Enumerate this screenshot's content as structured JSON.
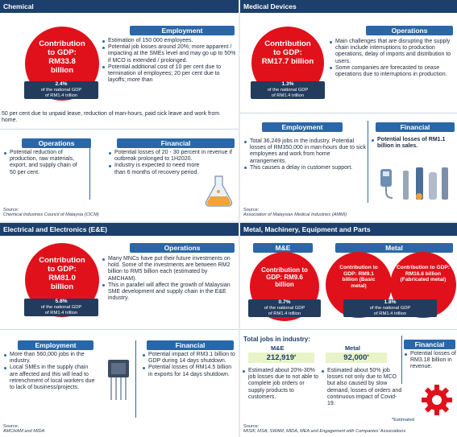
{
  "chemical": {
    "title": "Chemical",
    "employment_label": "Employment",
    "contribution": "Contribution to GDP: RM33.8 billion",
    "pct": "2.4%",
    "pct_of": "of the national GDP",
    "pct_base": "of RM1.4 trillion",
    "employment_points": [
      "Estimation of 150 000 employees.",
      "Potential job losses around 20%; more apparent / impacting at the SMEs level and may go up to 50% if MCO is extended / prolonged.",
      "Potential additional cost of 10 per cent due to termination of employees; 20 per cent due to layoffs; more than"
    ],
    "employment_cont": "50 per cent due to unpaid leave, reduction of man-hours, paid sick leave and work from home.",
    "operations_label": "Operations",
    "operations_points": [
      "Potential reduction of production, raw materials, export, and supply chain of 50 per cent."
    ],
    "financial_label": "Financial",
    "financial_points": [
      "Potential losses of 20 - 30 percent in revenue if outbreak prolonged to 1H2020.",
      "Industry is expected to need more than 6 months of recovery period."
    ],
    "source_label": "Source:",
    "source": "Chemical Industries Council of Malaysia (CICM)"
  },
  "medical": {
    "title": "Medical Devices",
    "operations_label": "Operations",
    "contribution": "Contribution to GDP: RM17.7 billion",
    "pct": "1.3%",
    "pct_of": "of the national GDP",
    "pct_base": "of RM1.4 trillion",
    "operations_points": [
      "Main challenges that are disrupting the supply chain include interruptions to production operations, delay of imports and distribution to users.",
      "Some companies are forecasted to cease operations due to interruptions in production."
    ],
    "employment_label": "Employment",
    "employment_points": [
      "Total 36,249 jobs in the industry. Potential losses of RM350,000 in man-hours due to sick employees and work from home arrangements.",
      "This causes a delay in customer support."
    ],
    "financial_label": "Financial",
    "financial_points": [
      "Potential losses of RM1.1 billion in sales."
    ],
    "source_label": "Source:",
    "source": "Association of Malaysian Medical Industries (AMMI)"
  },
  "ee": {
    "title": "Electrical and Electronics (E&E)",
    "operations_label": "Operations",
    "contribution": "Contribution to GDP: RM81.0 billion",
    "pct": "5.8%",
    "pct_of": "of the national GDP",
    "pct_base": "of RM1.4 trillion",
    "operations_points": [
      "Many MNCs have put their future investments on hold. Some of the investments are between RM2 billion to RM5 billion each (estimated by AMCHAM).",
      "This in parallel will affect the growth of Malaysian SME development and supply chain in the E&E industry."
    ],
    "employment_label": "Employment",
    "employment_points": [
      "More than 560,000 jobs in the industry.",
      "Local SMEs in the supply chain are affected and this will lead to retrenchment of local workers due to lack of business/projects."
    ],
    "financial_label": "Financial",
    "financial_points": [
      "Potential impact of RM3.1 billion to GDP during 14 days shutdown.",
      "Potential losses of RM14.5 billion in exports for 14 days shutdown."
    ],
    "source_label": "Source:",
    "source": "AMCHAM and MIDA"
  },
  "mmep": {
    "title": "Metal, Machinery, Equipment and Parts",
    "me_label": "M&E",
    "metal_label": "Metal",
    "me_contribution": "Contribution to GDP: RM9.6 billion",
    "me_pct": "0.7%",
    "me_pct_of": "of the national GDP",
    "me_pct_base": "of RM1.4 trillion",
    "metal_basic": "Contribution to GDP: RM9.1 billion (Basic metal)",
    "metal_fab": "Contribution to GDP: RM16.6 billion (Fabricated metal)",
    "metal_pct": "1.8%",
    "metal_pct_of": "of the national GDP",
    "metal_pct_base": "of RM1.4 trillion",
    "jobs_title": "Total jobs in industry:",
    "jobs_me_label": "M&E",
    "jobs_me": "212,919",
    "jobs_metal_label": "Metal",
    "jobs_metal": "92,000",
    "star": "*",
    "me_points": [
      "Estimated about 20%-30% job losses due to not able to complete job orders or supply products to customers."
    ],
    "metal_points": [
      "Estimated about 50% job losses not only due to MCO but also caused by slow demand, losses of orders and continuous impact of Covid-19."
    ],
    "estimated_note": "*Estimated",
    "financial_label": "Financial",
    "financial_points": [
      "Potential losses of RM3.18 billion in revenue."
    ],
    "source_label": "Source:",
    "source": "MISIF, MSA, SWAM, MIDA, MEA and Engagement with Companies' Associations"
  }
}
